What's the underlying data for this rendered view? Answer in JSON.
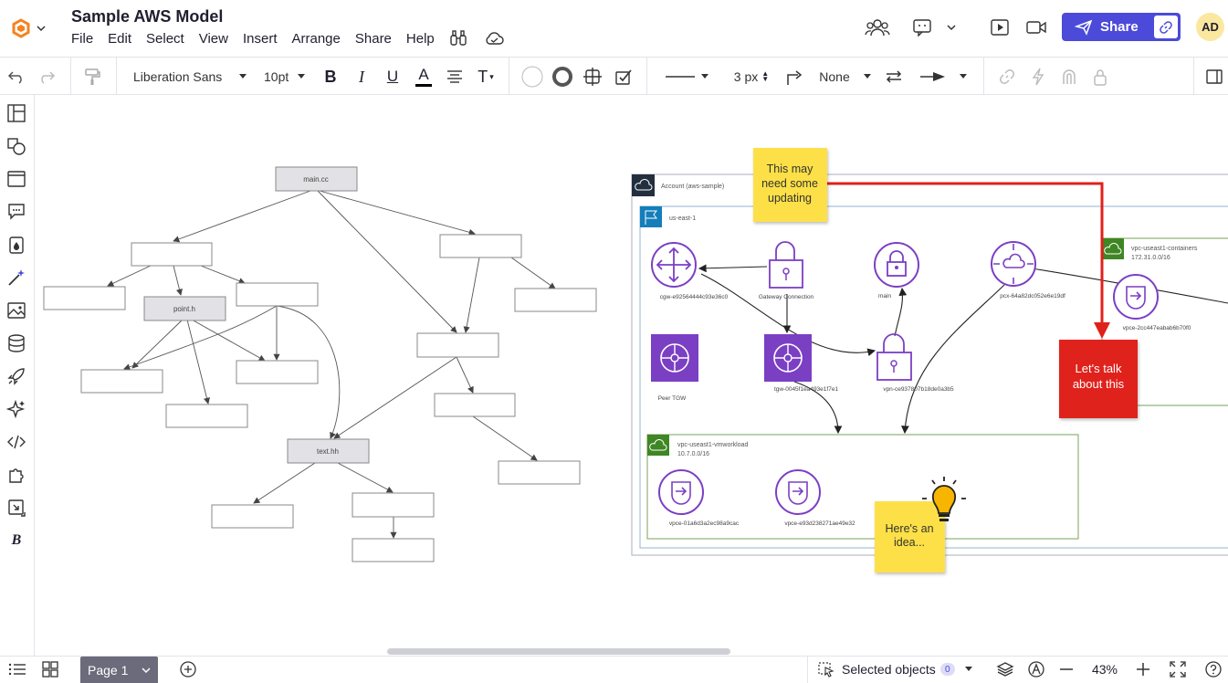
{
  "app": {
    "title": "Sample AWS Model",
    "menu": [
      "File",
      "Edit",
      "Select",
      "View",
      "Insert",
      "Arrange",
      "Share",
      "Help"
    ],
    "share_label": "Share",
    "avatar_initials": "AD",
    "brand_color": "#4b4ad9"
  },
  "toolbar": {
    "font_name": "Liberation Sans",
    "font_size": "10pt",
    "line_width": "3 px",
    "arrow_start": "None"
  },
  "bottom": {
    "page_label": "Page 1",
    "selected_objects_label": "Selected objects",
    "selected_count": "0",
    "zoom": "43%"
  },
  "diagram": {
    "tree_nodes": {
      "main": "main.cc",
      "point": "point.h",
      "text": "text.hh"
    },
    "aws": {
      "account": "Account (aws-sample)",
      "region": "us-east-1",
      "cgw": "cgw-e92564444c93e36c0",
      "gateway": "Gateway Connection",
      "main": "main",
      "pcx": "pcx-64a82dc052e6e19df",
      "vpc_containers": "vpc-useast1-containers",
      "vpc_containers_cidr": "172.31.0.0/16",
      "vpce_containers": "vpce-2cc447eabab6b70f0",
      "peer_tgw": "Peer TGW",
      "tgw": "tgw-0045f1ea493e1f7e1",
      "vpn": "vpn-ce937807b18de0a3b5",
      "vpc_workload": "vpc-useast1-vmworkload",
      "vpc_workload_cidr": "10.7.0.0/16",
      "vpce_1": "vpce-01a6d3a2ec98a9cac",
      "vpce_2": "vpce-e93d238271ae49e32"
    },
    "notes": {
      "note1_line1": "This may",
      "note1_line2": "need some",
      "note1_line3": "updating",
      "note2_line1": "Let's talk",
      "note2_line2": "about this",
      "note3_line1": "Here's an",
      "note3_line2": "idea..."
    },
    "colors": {
      "aws_purple": "#7b3fc4",
      "vpc_green": "#3f8624",
      "note_yellow": "#fde047",
      "note_red": "#e0201b",
      "connector_red": "#e0201b"
    }
  }
}
